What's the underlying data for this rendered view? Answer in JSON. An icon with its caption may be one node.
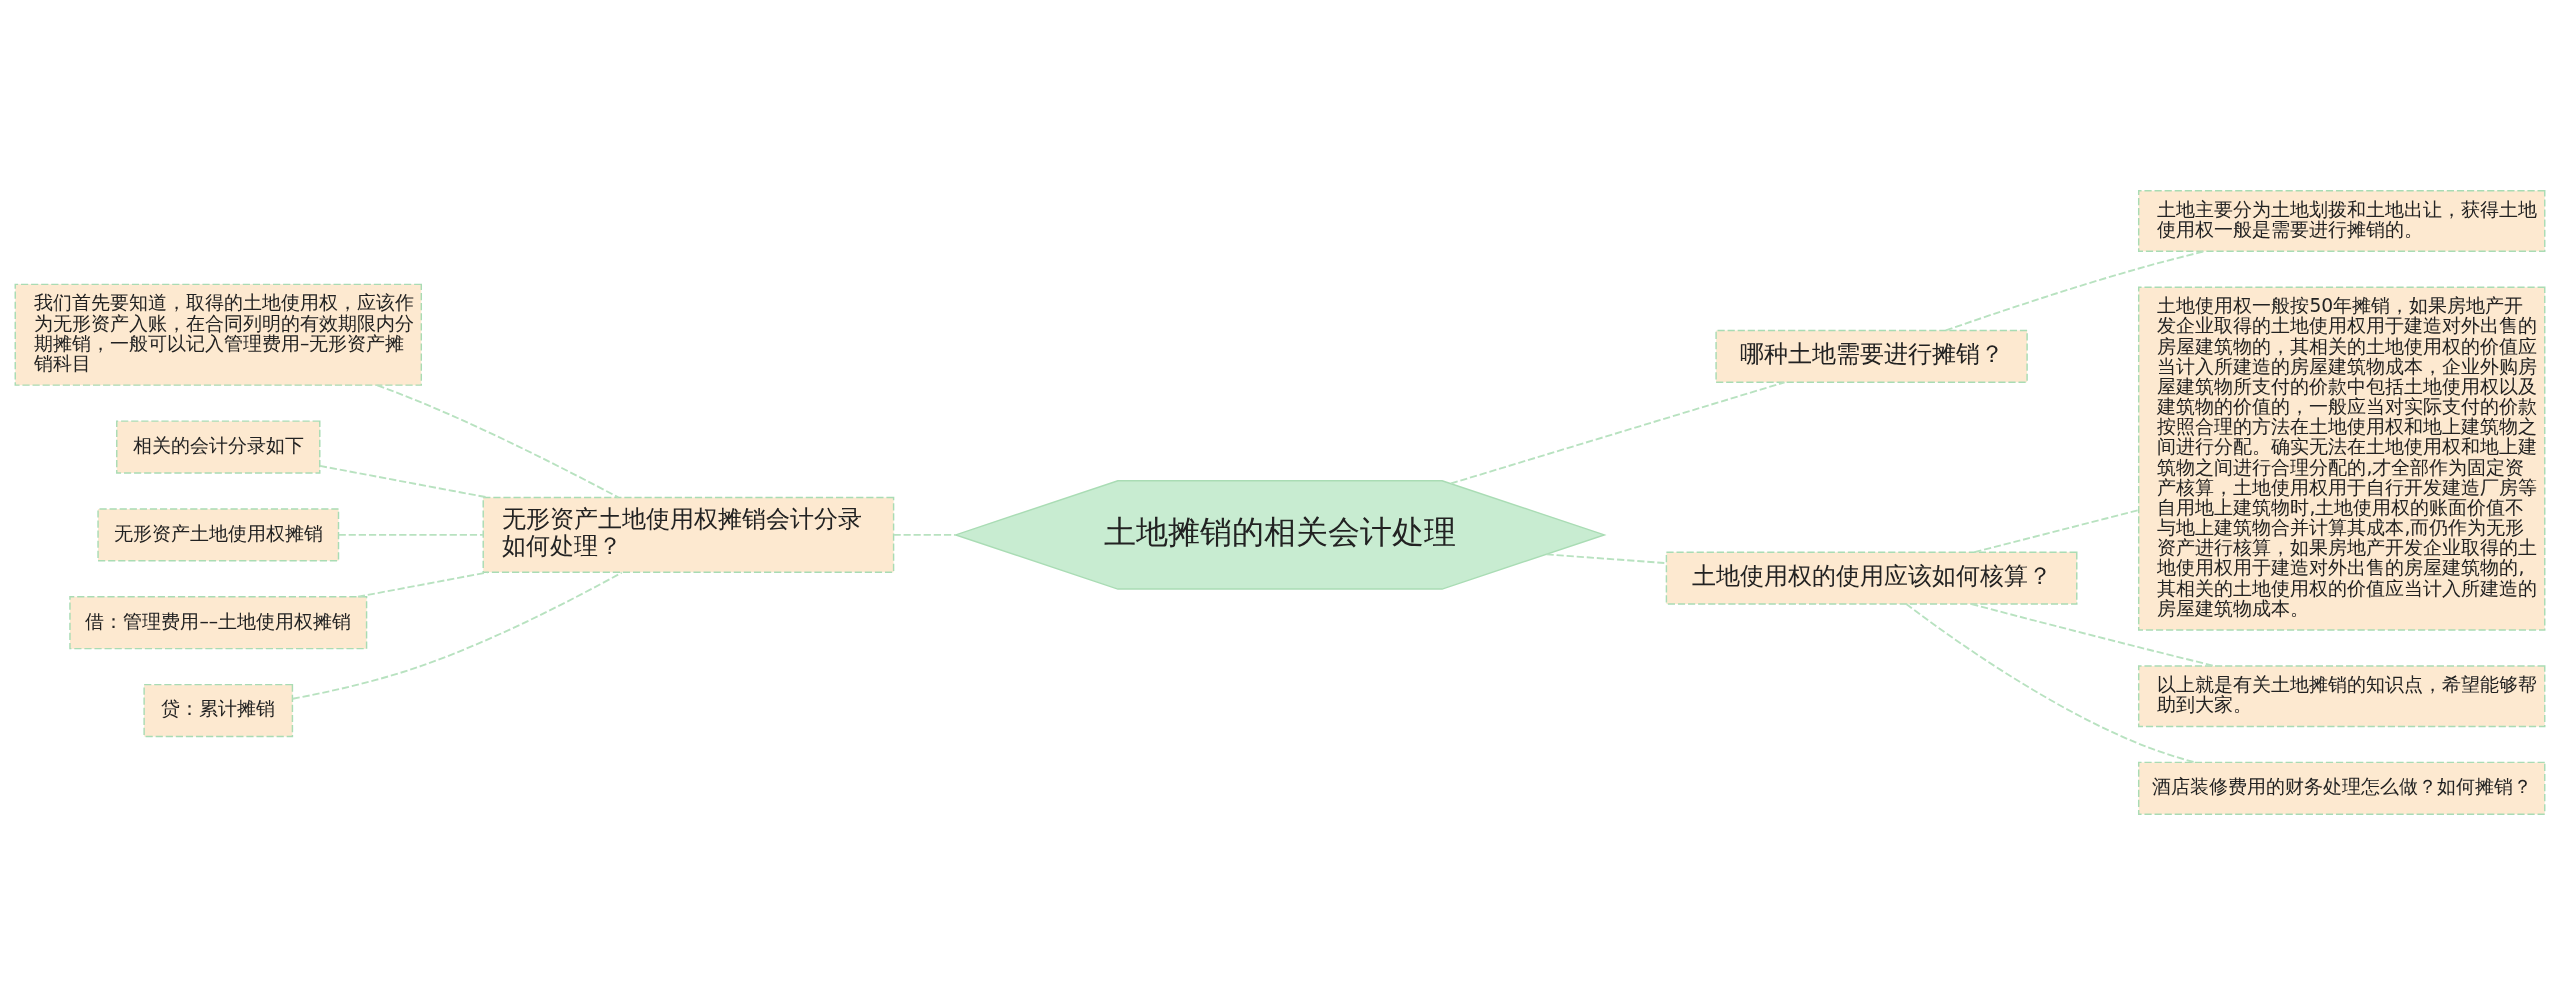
{
  "diagram": {
    "nodes": [
      {
        "text": [
          "土地摊销的相关会计处理"
        ]
      },
      {
        "text": [
          "无形资产土地使用权摊销会计分录如何处理？"
        ]
      },
      {
        "text": [
          "我们首先要知道，取得的土地使用权，应该作为无形资产入账，在合同列明的有效期限内分期摊销，一般可以记入管理费用–无形资产摊销科目"
        ]
      },
      {
        "text": [
          "相关的会计分录如下"
        ]
      },
      {
        "text": [
          "无形资产土地使用权摊销"
        ]
      },
      {
        "text": [
          "借：管理费用––土地使用权摊销"
        ]
      },
      {
        "text": [
          "贷：累计摊销"
        ]
      },
      {
        "text": [
          "哪种土地需要进行摊销？"
        ]
      },
      {
        "text": [
          "土地主要分为土地划拨和土地出让，获得土地使用权一般是需要进行摊销的。"
        ]
      },
      {
        "text": [
          "土地使用权的使用应该如何核算？"
        ]
      },
      {
        "text": [
          "土地使用权一般按50年摊销，如果房地产开发企业取得的土地使用权用于建造对外出售的房屋建筑物的，其相关的土地使用权的价值应当计入所建造的房屋建筑物成本，企业外购房屋建筑物所支付的价款中包括土地使用权以及建筑物的价值的，一般应当对实际支付的价款按照合理的方法在土地使用权和地上建筑物之间进行分配。确实无法在土地使用权和地上建筑物之间进行合理分配的,才全部作为固定资产核算，土地使用权用于自行开发建造厂房等自用地上建筑物时,土地使用权的账面价值不与地上建筑物合并计算其成本,而仍作为无形资产进行核算，如果房地产开发企业取得的土地使用权用于建造对外出售的房屋建筑物的,其相关的土地使用权的价值应当计入所建造的房屋建筑物成本。"
        ]
      },
      {
        "text": [
          "以上就是有关土地摊销的知识点，希望能够帮助到大家。"
        ]
      },
      {
        "text": [
          "酒店装修费用的财务处理怎么做？如何摊销？"
        ]
      }
    ],
    "edges": [
      {
        "from": 1,
        "to": 0,
        "arrow": "none"
      },
      {
        "from": 2,
        "to": 1,
        "arrow": "none"
      },
      {
        "from": 3,
        "to": 1,
        "arrow": "none"
      },
      {
        "from": 4,
        "to": 1,
        "arrow": "none"
      },
      {
        "from": 5,
        "to": 1,
        "arrow": "none"
      },
      {
        "from": 6,
        "to": 1,
        "arrow": "none"
      },
      {
        "from": 0,
        "to": 7,
        "arrow": "none"
      },
      {
        "from": 7,
        "to": 8,
        "arrow": "none"
      },
      {
        "from": 0,
        "to": 9,
        "arrow": "none"
      },
      {
        "from": 9,
        "to": 10,
        "arrow": "none"
      },
      {
        "from": 9,
        "to": 11,
        "arrow": "none"
      },
      {
        "from": 9,
        "to": 12,
        "arrow": "none"
      }
    ]
  }
}
